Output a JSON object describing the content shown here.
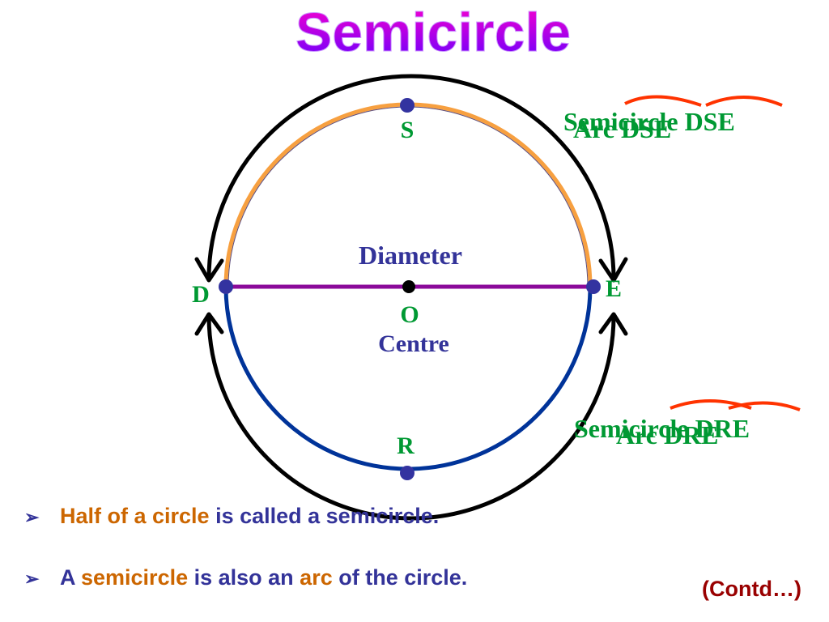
{
  "title": "Semicircle",
  "labels": {
    "top_point": "S",
    "left_point": "D",
    "right_point": "E",
    "centre_point": "O",
    "bottom_point": "R",
    "diameter": "Diameter",
    "centre": "Centre"
  },
  "annotations": {
    "upper_semicircle": "Semicircle DSE",
    "upper_arc": "Arc DSE",
    "lower_semicircle": "Semicircle DRE",
    "lower_arc": "Arc DRE"
  },
  "bullets": [
    {
      "marker": "➢",
      "highlight": "Half of a circle",
      "rest": " is called a semicircle."
    },
    {
      "marker": "➢",
      "prefix": "A ",
      "highlight1": "semicircle",
      "middle": " is also an ",
      "highlight2": "arc",
      "suffix": " of the circle."
    }
  ],
  "footer": "(Contd…)",
  "colors": {
    "title_gradient_top": "#ff00cc",
    "title_gradient_bottom": "#6600ff",
    "upper_arc": "#f7a040",
    "lower_arc": "#003399",
    "diameter": "#8b0a9a",
    "point": "#3333a0",
    "label_green": "#009933",
    "label_blue": "#333399",
    "accent_red": "#ff3300",
    "highlight_orange": "#cc6600",
    "footer_red": "#990000"
  }
}
